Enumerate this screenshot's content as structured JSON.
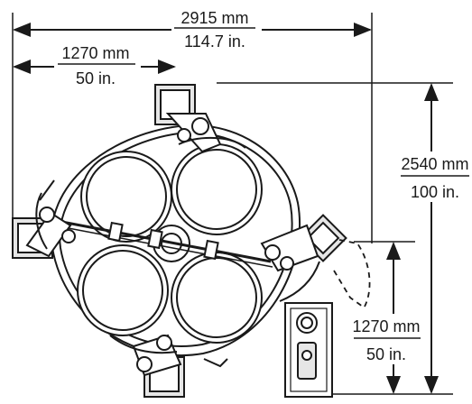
{
  "dimensions": {
    "overall_width": {
      "metric": "2915 mm",
      "imperial": "114.7 in."
    },
    "half_width": {
      "metric": "1270 mm",
      "imperial": "50 in."
    },
    "overall_depth": {
      "metric": "2540 mm",
      "imperial": "100 in."
    },
    "control_depth": {
      "metric": "1270 mm",
      "imperial": "50 in."
    }
  },
  "colors": {
    "line": "#1a1a1a",
    "paper": "#ffffff",
    "pad_fill": "#e6e6e6"
  }
}
